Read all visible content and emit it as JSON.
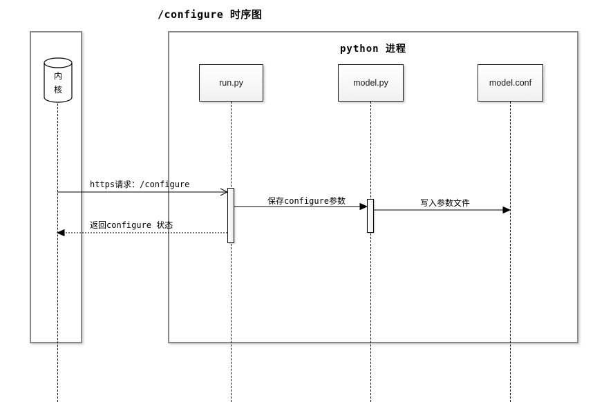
{
  "title": "/configure 时序图",
  "diagram": {
    "process_frame_label": "python 进程",
    "participants": [
      {
        "id": "kernel",
        "label": "内核",
        "type": "database-cylinder"
      },
      {
        "id": "run-py",
        "label": "run.py",
        "type": "box"
      },
      {
        "id": "model-py",
        "label": "model.py",
        "type": "box"
      },
      {
        "id": "model-conf",
        "label": "model.conf",
        "type": "box"
      }
    ],
    "messages": [
      {
        "from": "内核",
        "to": "run.py",
        "label": "https请求：/configure",
        "line": "solid",
        "head": "open"
      },
      {
        "from": "run.py",
        "to": "model.py",
        "label": "保存configure参数",
        "line": "solid",
        "head": "filled"
      },
      {
        "from": "model.py",
        "to": "model.conf",
        "label": "写入参数文件",
        "line": "solid",
        "head": "filled"
      },
      {
        "from": "run.py",
        "to": "内核",
        "label": "返回configure 状态",
        "line": "dotted",
        "head": "filled"
      }
    ]
  },
  "colors": {
    "frame_border": "#878787",
    "line": "#000000",
    "actor_fill": "#f1f1f1",
    "background": "#ffffff"
  }
}
